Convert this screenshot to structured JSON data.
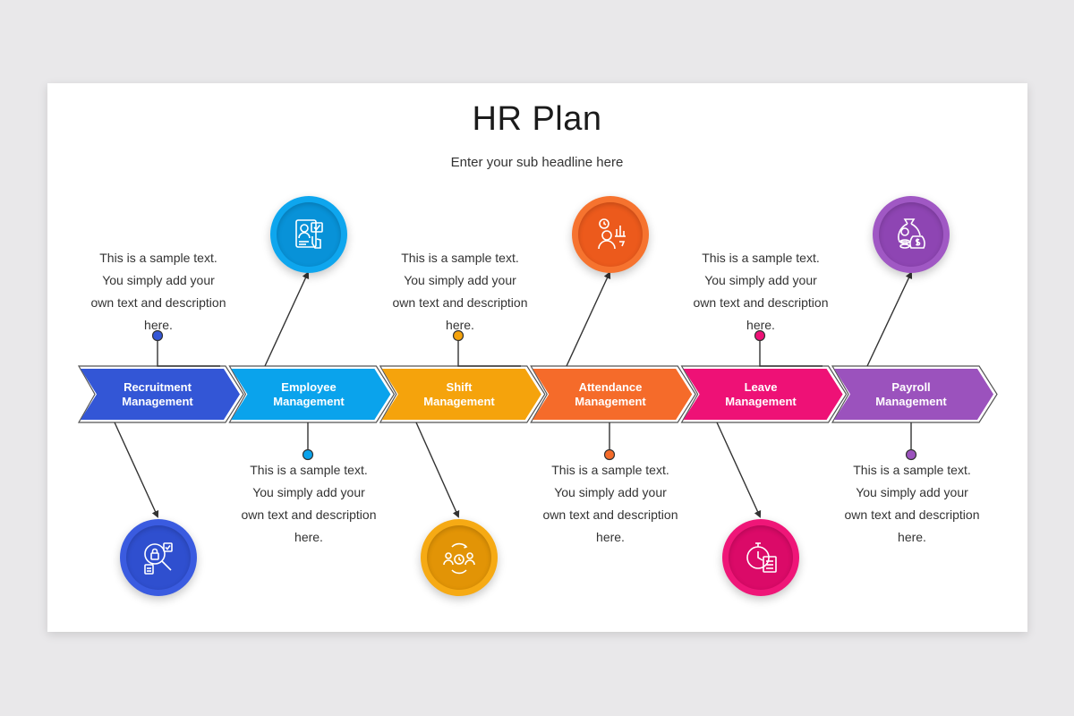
{
  "header": {
    "title": "HR Plan",
    "subtitle": "Enter your sub headline here"
  },
  "steps": [
    {
      "name": "Recruitment Management",
      "line1": "Recruitment",
      "line2": "Management",
      "color": "#3356d6",
      "icon": "recruitment-search-icon"
    },
    {
      "name": "Employee Management",
      "line1": "Employee",
      "line2": "Management",
      "color": "#0aa3ec",
      "icon": "employee-document-icon"
    },
    {
      "name": "Shift Management",
      "line1": "Shift",
      "line2": "Management",
      "color": "#f5a30c",
      "icon": "shift-team-icon"
    },
    {
      "name": "Attendance Management",
      "line1": "Attendance",
      "line2": "Management",
      "color": "#f56b2a",
      "icon": "attendance-clock-icon"
    },
    {
      "name": "Leave Management",
      "line1": "Leave",
      "line2": "Management",
      "color": "#ee1176",
      "icon": "leave-stopwatch-icon"
    },
    {
      "name": "Payroll Management",
      "line1": "Payroll",
      "line2": "Management",
      "color": "#9b52bd",
      "icon": "payroll-money-icon"
    }
  ],
  "descriptions": {
    "line1": "This is a sample text.",
    "line2": "You simply add your",
    "line3": "own text and description",
    "line4": "here."
  }
}
